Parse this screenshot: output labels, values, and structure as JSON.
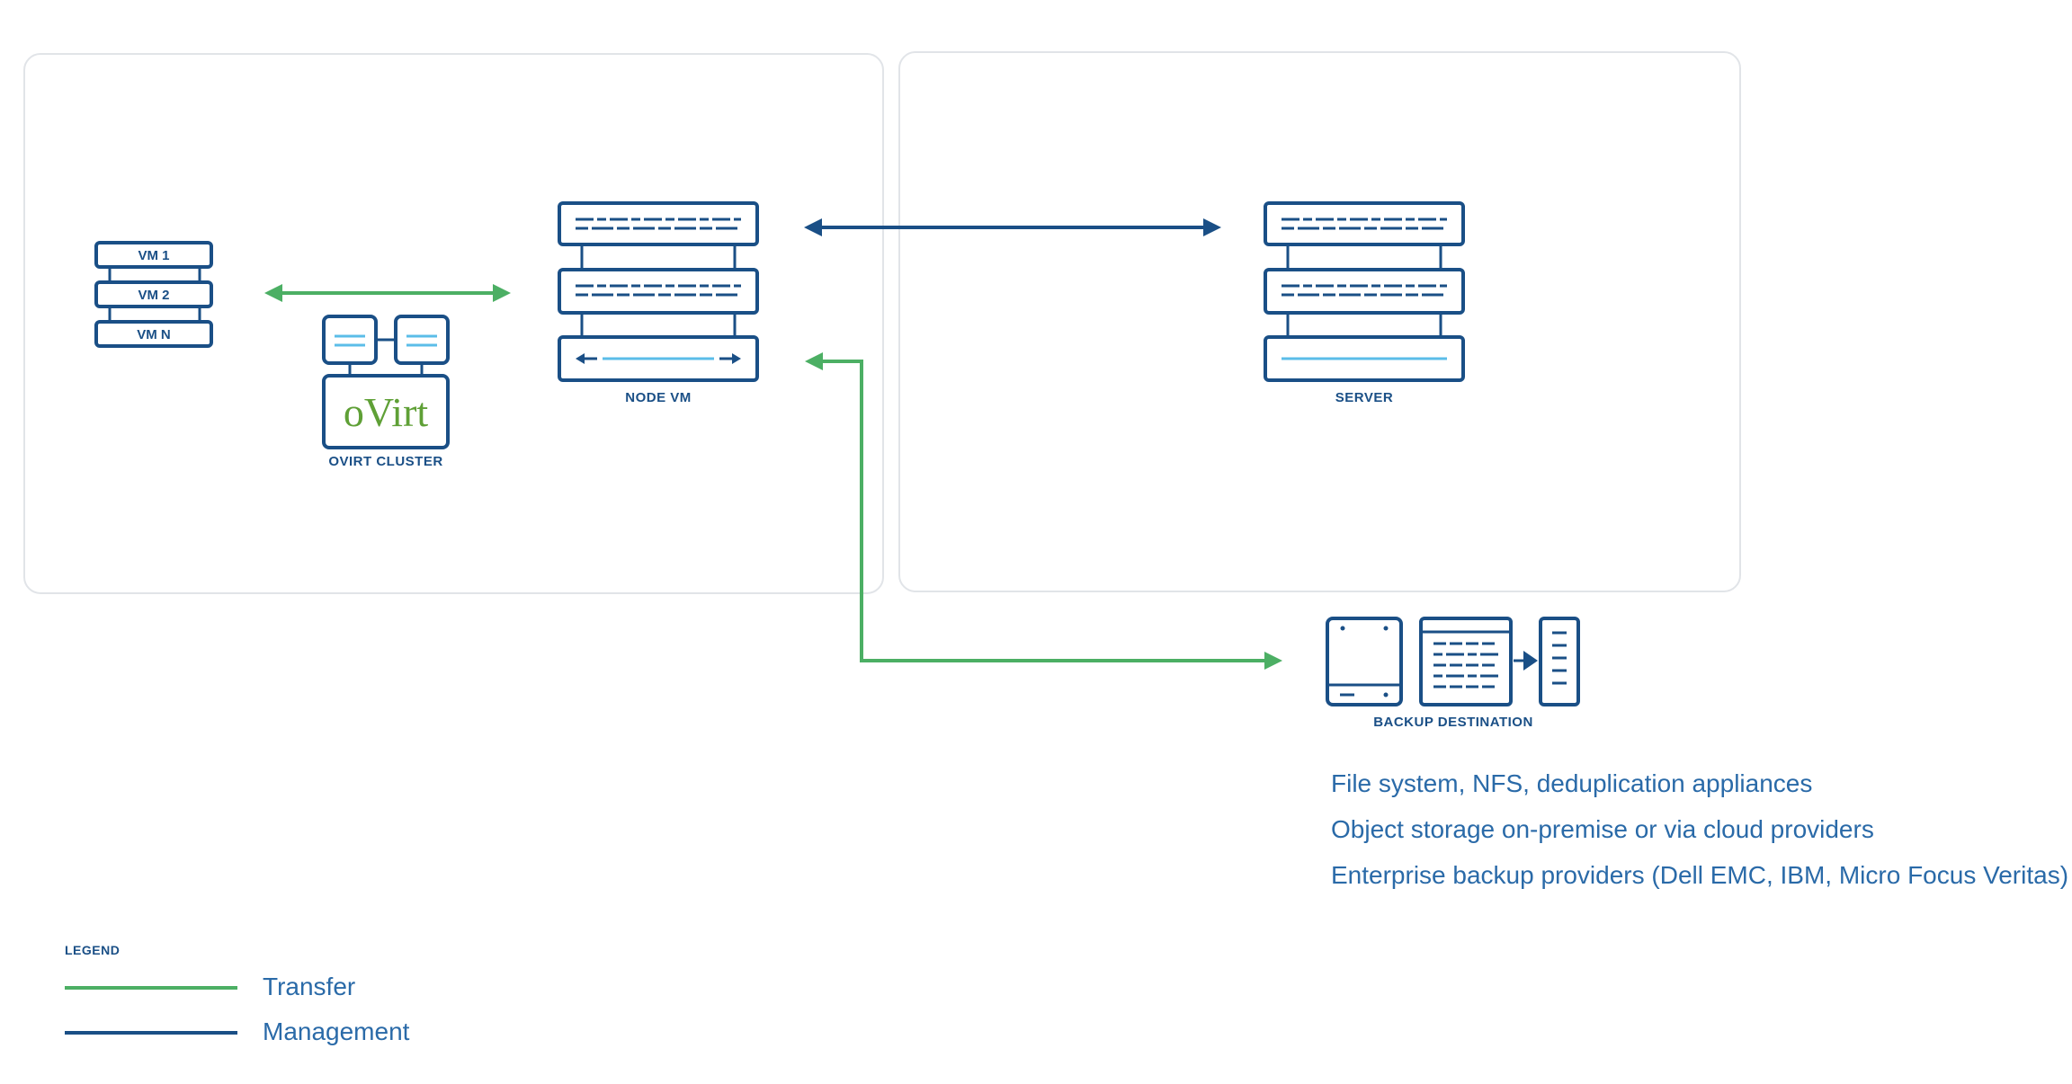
{
  "nodes": {
    "vm_stack": {
      "items": [
        "VM 1",
        "VM 2",
        "VM N"
      ]
    },
    "ovirt_cluster": {
      "logo_text": "oVirt",
      "label": "OVIRT CLUSTER"
    },
    "node_vm": {
      "label": "NODE VM"
    },
    "server": {
      "label": "SERVER"
    },
    "backup_destination": {
      "label": "BACKUP DESTINATION"
    }
  },
  "backup_options": [
    "File system, NFS, deduplication appliances",
    "Object storage on-premise or via cloud providers",
    "Enterprise backup providers (Dell EMC, IBM, Micro Focus Veritas)"
  ],
  "legend": {
    "title": "LEGEND",
    "items": [
      {
        "label": "Transfer",
        "color": "#4caf64"
      },
      {
        "label": "Management",
        "color": "#1a4f86"
      }
    ]
  },
  "colors": {
    "navy": "#1a4f86",
    "green": "#4caf64",
    "light_blue": "#5bbde8",
    "panel_border": "#e1e4e8"
  }
}
